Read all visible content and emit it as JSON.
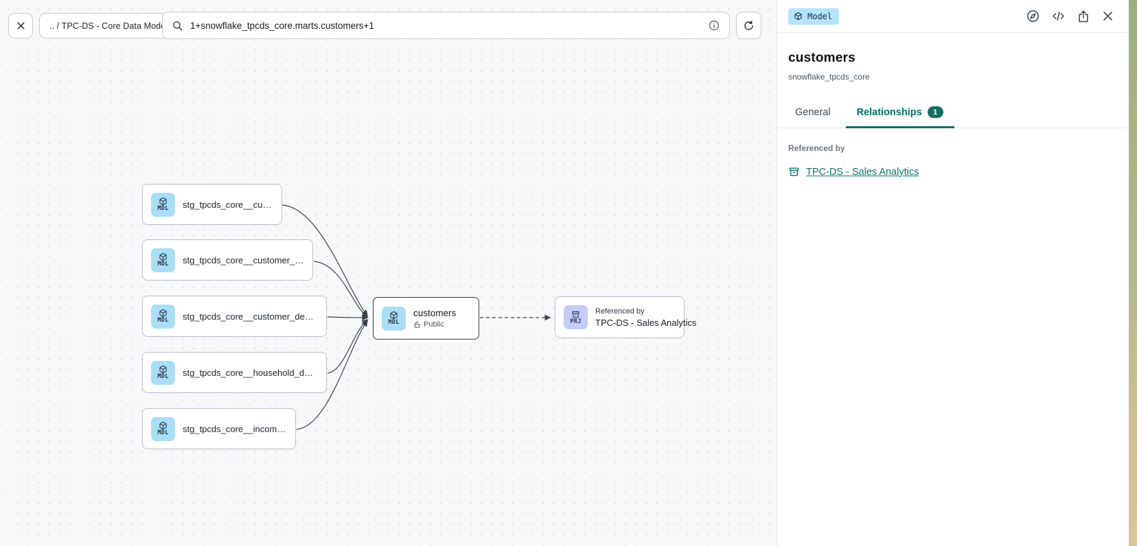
{
  "toolbar": {
    "breadcrumb": ".. / TPC-DS - Core Data Models",
    "search_value": "1+snowflake_tpcds_core.marts.customers+1"
  },
  "graph": {
    "upstream_nodes": [
      {
        "badge": "MDL",
        "label": "stg_tpcds_core__customer"
      },
      {
        "badge": "MDL",
        "label": "stg_tpcds_core__customer_address"
      },
      {
        "badge": "MDL",
        "label": "stg_tpcds_core__customer_demogra..."
      },
      {
        "badge": "MDL",
        "label": "stg_tpcds_core__household_demogr..."
      },
      {
        "badge": "MDL",
        "label": "stg_tpcds_core__income_band"
      }
    ],
    "selected_node": {
      "badge": "MDL",
      "label": "customers",
      "visibility": "Public"
    },
    "downstream_node": {
      "badge": "PRJ",
      "caption": "Referenced by",
      "label": "TPC-DS - Sales Analytics"
    }
  },
  "panel": {
    "type_badge": "Model",
    "title": "customers",
    "subtitle": "snowflake_tpcds_core",
    "tabs": [
      {
        "label": "General"
      },
      {
        "label": "Relationships",
        "badge": "1"
      }
    ],
    "referenced_by_label": "Referenced by",
    "referenced_by_link": "TPC-DS - Sales Analytics"
  },
  "colors": {
    "accent_teal": "#156d64",
    "model_chip_blue": "#a9def6",
    "project_chip_indigo": "#c6ccf8",
    "badge_blue": "#b5e4fa"
  }
}
